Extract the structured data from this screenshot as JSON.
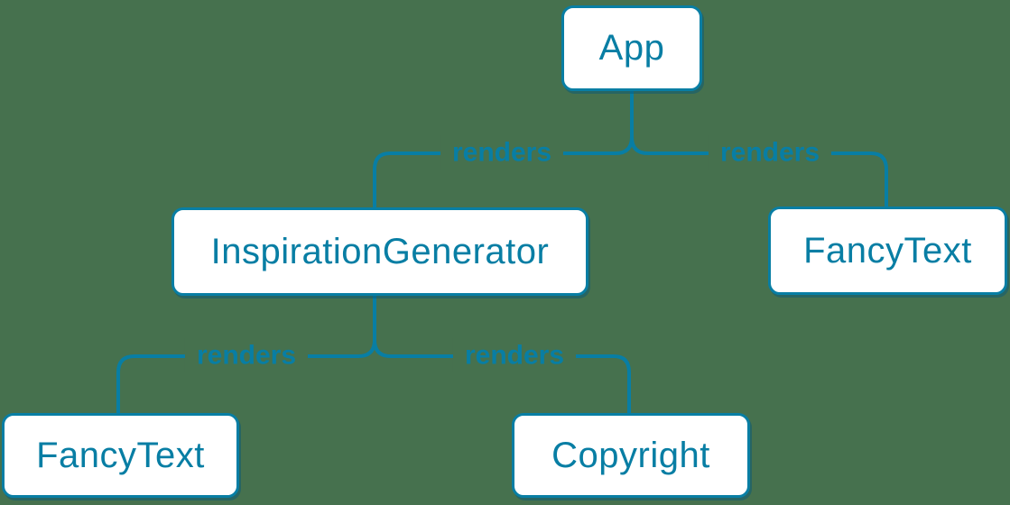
{
  "colors": {
    "background": "#46714e",
    "accent": "#087ea4",
    "node_fill": "#ffffff"
  },
  "diagram": {
    "type": "component-render-tree",
    "nodes": [
      {
        "id": "app",
        "label": "App"
      },
      {
        "id": "inspiration-generator",
        "label": "InspirationGenerator"
      },
      {
        "id": "fancy-text-top",
        "label": "FancyText"
      },
      {
        "id": "fancy-text-bottom",
        "label": "FancyText"
      },
      {
        "id": "copyright",
        "label": "Copyright"
      }
    ],
    "edges": [
      {
        "from": "App",
        "to": "InspirationGenerator",
        "label": "renders"
      },
      {
        "from": "App",
        "to": "FancyText",
        "label": "renders"
      },
      {
        "from": "InspirationGenerator",
        "to": "FancyText",
        "label": "renders"
      },
      {
        "from": "InspirationGenerator",
        "to": "Copyright",
        "label": "renders"
      }
    ]
  }
}
